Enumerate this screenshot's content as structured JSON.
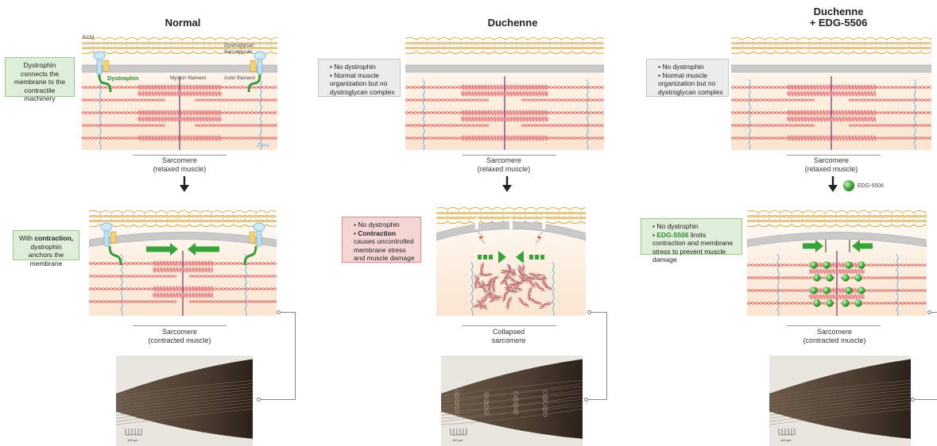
{
  "columns": [
    {
      "title": "Normal",
      "relaxed_caption": [
        "Sarcomere",
        "(relaxed muscle)"
      ],
      "contracted_caption": [
        "Sarcomere",
        "(contracted muscle)"
      ],
      "note_relaxed": "Dystrophin connects the membrane to the contractile machinery",
      "note_contracted_prefix": "With ",
      "note_contracted_bold": "contraction,",
      "note_contracted_suffix": " dystrophin anchors the membrane"
    },
    {
      "title": "Duchenne",
      "relaxed_caption": [
        "Sarcomere",
        "(relaxed muscle)"
      ],
      "contracted_caption": [
        "Collapsed",
        "sarcomere"
      ],
      "note_relaxed": [
        "No dystrophin",
        "Normal muscle organization but no dystroglycan complex"
      ],
      "note_contracted": {
        "item1": "No dystrophin",
        "item2_bold": "Contraction",
        "item2_rest": " causes uncontrolled membrane stress and muscle damage"
      }
    },
    {
      "title_line1": "Duchenne",
      "title_line2": "+ EDG-5506",
      "relaxed_caption": [
        "Sarcomere",
        "(relaxed muscle)"
      ],
      "contracted_caption": [
        "Sarcomere",
        "(contracted muscle)"
      ],
      "note_relaxed": [
        "No dystrophin",
        "Normal muscle organization but no dystroglycan complex"
      ],
      "note_contracted": {
        "item1": "No dystrophin",
        "item2_drug": "EDG-5506",
        "item2_rest": " limits contraction and membrane stress to prevent muscle damage"
      },
      "drug_label": "EDG-5506"
    }
  ],
  "diagram_labels": {
    "ecm": "ECM",
    "dystroglycan": "Dystroglycan",
    "sarcoglycan": "Sarcoglycan",
    "dystrophin": "Dystrophin",
    "myosin": "Myosin filament",
    "actin": "Actin filament",
    "zline": "Z line"
  },
  "scale_label": "100 µm",
  "colors": {
    "collagen": "#d9b25c",
    "membrane": "#c9c9c9",
    "actin": "#d64a4a",
    "myosin": "#e89a9a",
    "zline": "#6fb3d6",
    "mline": "#8b3a7a",
    "dystrophin": "#3c9a3c",
    "drug": "#4caf50",
    "arrow": "#3aa23a",
    "damage": "#e23b2e"
  }
}
